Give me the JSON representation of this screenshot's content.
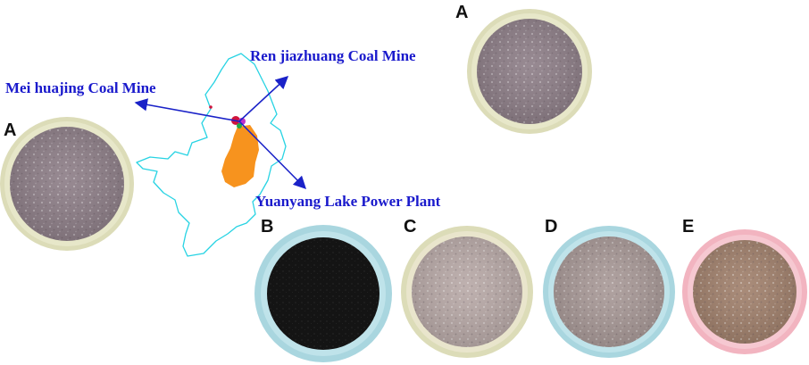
{
  "panel_labels": {
    "a_map": "A",
    "a_top": "A",
    "b": "B",
    "c": "C",
    "d": "D",
    "e": "E"
  },
  "sites": {
    "ren": "Ren jiazhuang Coal Mine",
    "mei": "Mei huajing Coal Mine",
    "yuanyang": "Yuanyang Lake Power Plant"
  },
  "colors": {
    "label_blue": "#1a1acc",
    "arrow_blue": "#1a22c8",
    "boundary_cyan": "#27d3e3",
    "region_orange": "#f7931e",
    "site_red": "#d0143c",
    "site_magenta": "#c030c8",
    "site_green": "#22aa44",
    "sample_a": "#8f8089",
    "sample_b": "#141414",
    "sample_c": "#b9aaa8",
    "sample_d": "#a99a98",
    "sample_e": "#a2826e",
    "rim_cream": "#dcdcb8",
    "rim_blue": "#a9d6df",
    "rim_pink": "#f2b4c0"
  }
}
